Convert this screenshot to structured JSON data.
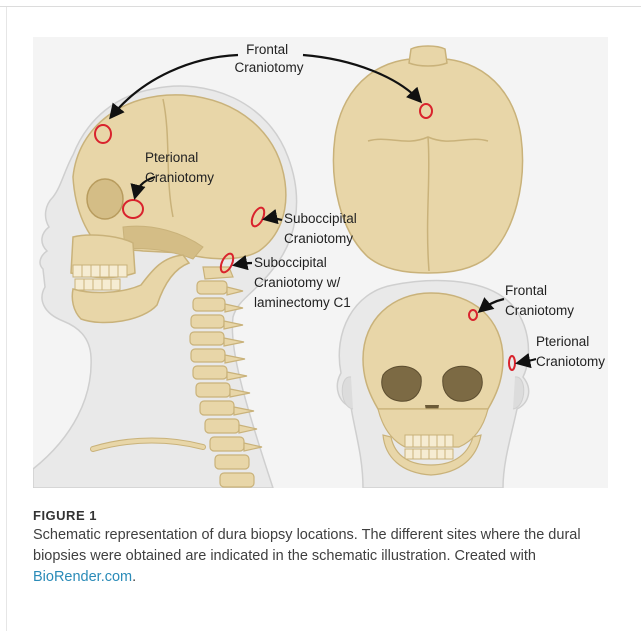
{
  "figure": {
    "labels": {
      "frontal_top": [
        "Frontal",
        "Craniotomy"
      ],
      "pterional_side": [
        "Pterional",
        "Craniotomy"
      ],
      "suboccipital": [
        "Suboccipital",
        "Craniotomy"
      ],
      "suboccipital_lam": [
        "Suboccipital",
        "Craniotomy w/",
        "laminectomy C1"
      ],
      "frontal_front": [
        "Frontal",
        "Craniotomy"
      ],
      "pterional_front": [
        "Pterional",
        "Craniotomy"
      ]
    },
    "colors": {
      "marker": "#d9232d",
      "bone": "#e8d6a8",
      "bone_shade": "#d4bd86",
      "skin": "#e9e9e9",
      "background": "#f4f4f4"
    }
  },
  "caption": {
    "label": "FIGURE 1",
    "text_before_link": "Schematic representation of dura biopsy locations. The different sites where the dural biopsies were obtained are indicated in the schematic illustration. Created with ",
    "link_text": "BioRender.com",
    "text_after_link": "."
  }
}
